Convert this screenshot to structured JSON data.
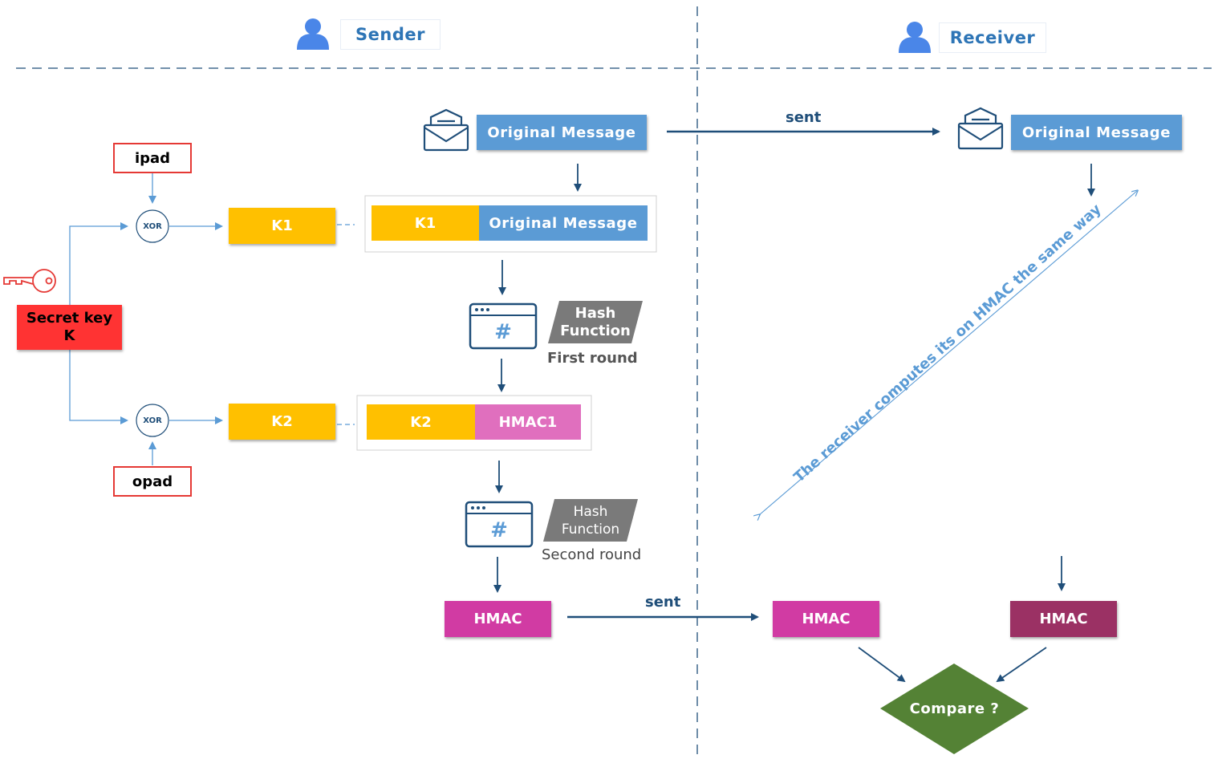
{
  "sender": {
    "label": "Sender"
  },
  "receiver": {
    "label": "Receiver"
  },
  "sender_side": {
    "original_message": "Original Message",
    "ipad": "ipad",
    "opad": "opad",
    "xor_top": "XOR",
    "xor_bottom": "XOR",
    "secret_key_line1": "Secret key",
    "secret_key_line2": "K",
    "k1": "K1",
    "k2": "K2",
    "concat1_k1": "K1",
    "concat1_msg": "Original Message",
    "concat2_k2": "K2",
    "concat2_hmac1": "HMAC1",
    "hash1_line1": "Hash",
    "hash1_line2": "Function",
    "hash1_caption": "First round",
    "hash2_line1": "Hash",
    "hash2_line2": "Function",
    "hash2_caption": "Second round",
    "hmac": "HMAC"
  },
  "transfer": {
    "sent_message": "sent",
    "sent_hmac": "sent"
  },
  "receiver_side": {
    "original_message": "Original Message",
    "note": "The receiver computes its on HMAC the same way",
    "hmac_received": "HMAC",
    "hmac_computed": "HMAC",
    "compare": "Compare ?"
  },
  "colors": {
    "blue": "#5b9bd5",
    "yellow": "#ffc000",
    "magenta": "#d13ba3",
    "pink": "#e06fbe",
    "dark_magenta": "#9b3164",
    "red": "#ff3333",
    "green": "#548235",
    "gray": "#7a7a7a",
    "navy": "#1f4e79"
  }
}
